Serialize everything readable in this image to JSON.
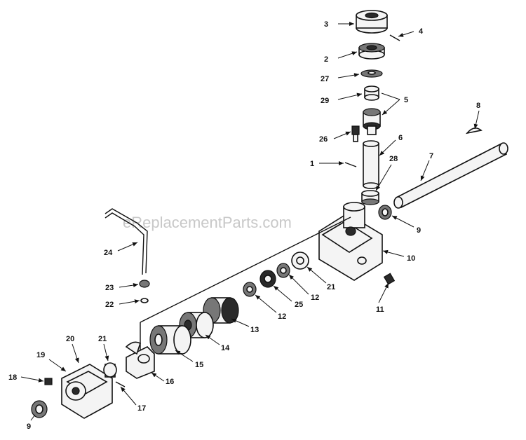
{
  "diagram": {
    "watermark": "eReplacementParts.com",
    "callouts": [
      {
        "id": "c3",
        "text": "3"
      },
      {
        "id": "c4",
        "text": "4"
      },
      {
        "id": "c2",
        "text": "2"
      },
      {
        "id": "c27",
        "text": "27"
      },
      {
        "id": "c29",
        "text": "29"
      },
      {
        "id": "c5",
        "text": "5"
      },
      {
        "id": "c26",
        "text": "26"
      },
      {
        "id": "c6",
        "text": "6"
      },
      {
        "id": "c1",
        "text": "1"
      },
      {
        "id": "c28",
        "text": "28"
      },
      {
        "id": "c7",
        "text": "7"
      },
      {
        "id": "c8",
        "text": "8"
      },
      {
        "id": "c9a",
        "text": "9"
      },
      {
        "id": "c10",
        "text": "10"
      },
      {
        "id": "c11",
        "text": "11"
      },
      {
        "id": "c24",
        "text": "24"
      },
      {
        "id": "c23",
        "text": "23"
      },
      {
        "id": "c22",
        "text": "22"
      },
      {
        "id": "c21a",
        "text": "21"
      },
      {
        "id": "c12a",
        "text": "12"
      },
      {
        "id": "c25",
        "text": "25"
      },
      {
        "id": "c12b",
        "text": "12"
      },
      {
        "id": "c13",
        "text": "13"
      },
      {
        "id": "c14",
        "text": "14"
      },
      {
        "id": "c15",
        "text": "15"
      },
      {
        "id": "c16",
        "text": "16"
      },
      {
        "id": "c17",
        "text": "17"
      },
      {
        "id": "c20",
        "text": "20"
      },
      {
        "id": "c21b",
        "text": "21"
      },
      {
        "id": "c19",
        "text": "19"
      },
      {
        "id": "c18",
        "text": "18"
      },
      {
        "id": "c9b",
        "text": "9"
      }
    ]
  }
}
